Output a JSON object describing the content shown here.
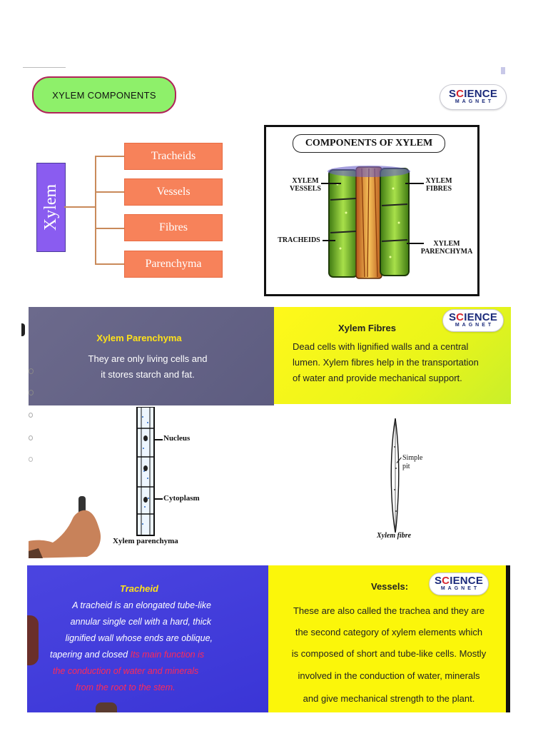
{
  "header": {
    "title": "XYLEM COMPONENTS",
    "logo_line1_a": "S",
    "logo_line1_red": "C",
    "logo_line1_b": "IENCE",
    "logo_line2": "MAGNET"
  },
  "tree": {
    "root": "Xylem",
    "branches": [
      "Tracheids",
      "Vessels",
      "Fibres",
      "Parenchyma"
    ]
  },
  "diagram": {
    "title": "COMPONENTS OF XYLEM",
    "labels": {
      "vessels": "XYLEM\nVESSELS",
      "fibres": "XYLEM\nFIBRES",
      "tracheids": "TRACHEIDS",
      "parenchyma": "XYLEM\nPARENCHYMA"
    }
  },
  "parenchyma_panel": {
    "heading": "Xylem Parenchyma",
    "line1": "They are only living cells and",
    "line2": "it stores starch and fat."
  },
  "fibres_panel": {
    "heading": "Xylem Fibres",
    "line1": "Dead cells with lignified walls and a central",
    "line2": "lumen. Xylem fibres help in the transportation",
    "line3": "of water and provide mechanical support."
  },
  "parenchyma_figure": {
    "label_nucleus": "Nucleus",
    "label_cytoplasm": "Cytoplasm",
    "caption": "Xylem parenchyma"
  },
  "fibre_figure": {
    "label_pit_1": "Simple",
    "label_pit_2": "pit",
    "caption": "Xylem fibre"
  },
  "tracheid_panel": {
    "heading": "Tracheid",
    "line1": "A tracheid is an elongated tube-like",
    "line2": "annular single cell with a hard, thick",
    "line3": "lignified wall whose ends are oblique,",
    "line4": "tapering and closed",
    "line4_red": "Its main function is",
    "line5_red": "the conduction of water and minerals",
    "line6_red": "from the root to the stem."
  },
  "vessels_panel": {
    "heading": "Vessels:",
    "line1": "These are also called the trachea and they are",
    "line2": "the second category of xylem elements which",
    "line3": "is composed of short and tube-like cells. Mostly",
    "line4": "involved in the conduction of water, minerals",
    "line5": "and give mechanical strength to the plant."
  },
  "colors": {
    "pill_green": "#8ef06a",
    "pill_border": "#b0245a",
    "xylem_purple": "#8a5cf0",
    "branch_orange": "#f7825a",
    "panel_gray": "#6c6a8c",
    "panel_yellow": "#fbf60a",
    "panel_blue": "#4b45e0",
    "tracheid_heading_yellow": "#ffe21a",
    "highlight_red": "#ff2a58"
  }
}
